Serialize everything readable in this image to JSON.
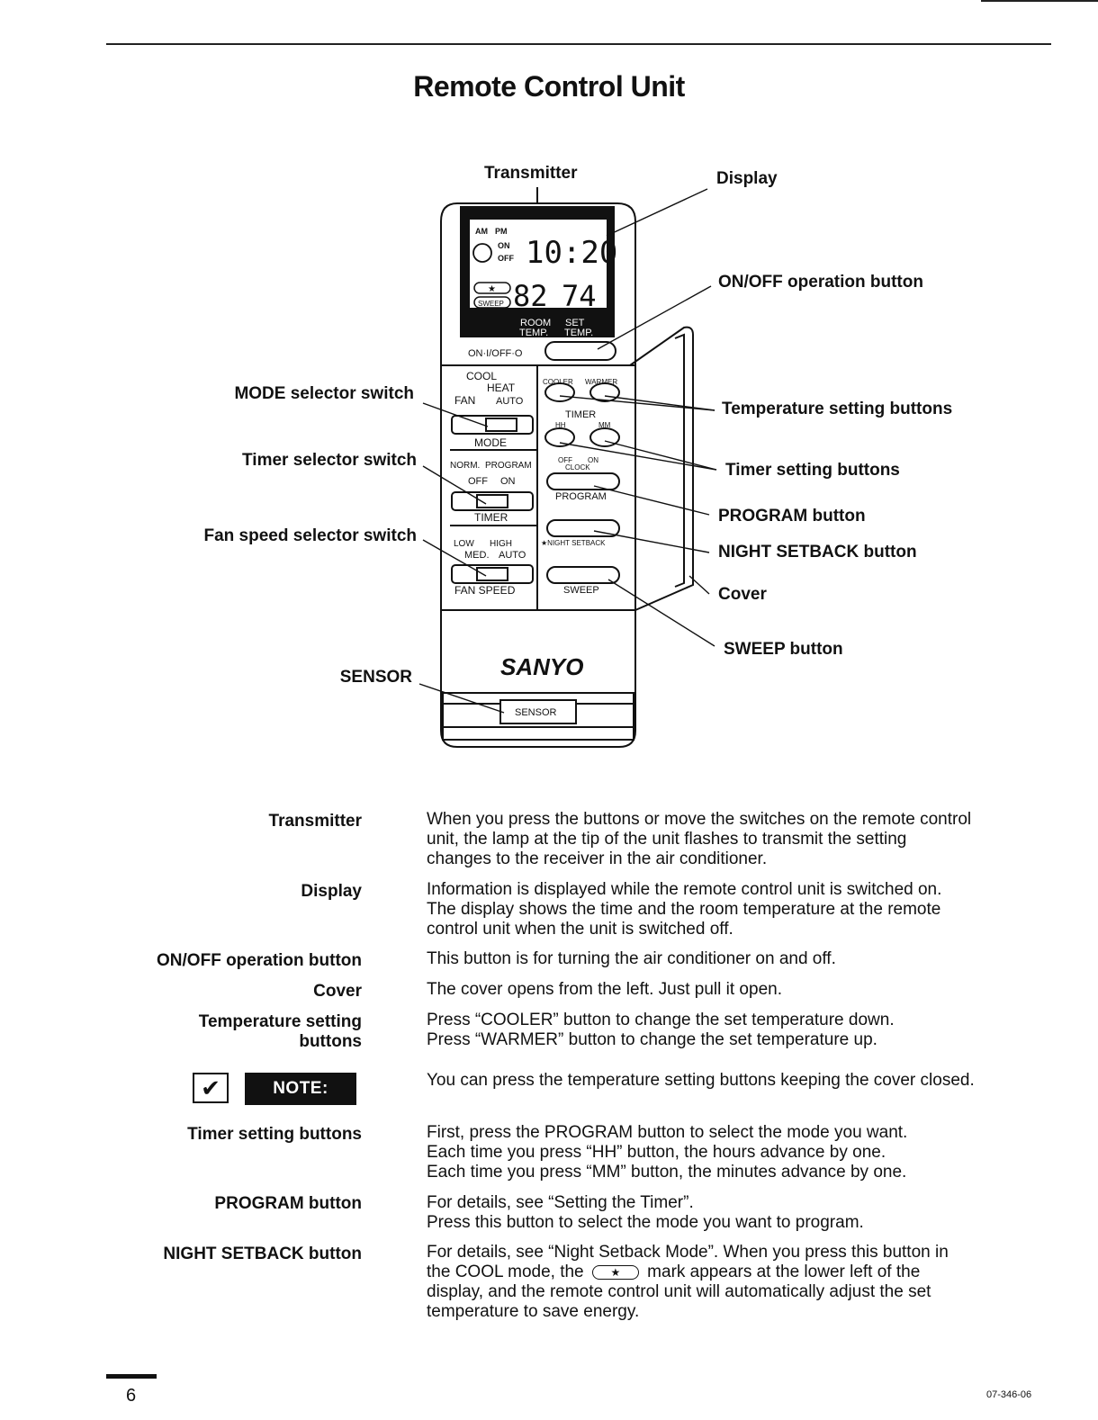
{
  "page": {
    "title": "Remote Control Unit",
    "page_number": "6",
    "doc_code": "07-346-06"
  },
  "diagram": {
    "callouts_left": {
      "mode": "MODE selector switch",
      "timer": "Timer selector switch",
      "fan": "Fan speed selector switch",
      "sensor": "SENSOR"
    },
    "callouts_right": {
      "transmitter": "Transmitter",
      "display": "Display",
      "onoff": "ON/OFF operation button",
      "temp": "Temperature setting buttons",
      "timer": "Timer setting buttons",
      "program": "PROGRAM button",
      "night": "NIGHT SETBACK button",
      "cover": "Cover",
      "sweep": "SWEEP button"
    },
    "remote": {
      "am": "AM",
      "pm": "PM",
      "on": "ON",
      "off": "OFF",
      "time": "10:20",
      "room_temp_value": "82",
      "set_temp_value": "74",
      "star": "★",
      "sweep_icon": "SWEEP",
      "room_temp": [
        "ROOM",
        "TEMP."
      ],
      "set_temp": [
        "SET",
        "TEMP."
      ],
      "onoff_label": "ON·I/OFF·O",
      "mode_options": [
        "COOL",
        "HEAT",
        "FAN",
        "AUTO"
      ],
      "mode_label": "MODE",
      "timer_options": [
        "NORM.",
        "PROGRAM",
        "OFF",
        "ON"
      ],
      "timer_label": "TIMER",
      "fan_options": [
        "LOW",
        "HIGH",
        "MED.",
        "AUTO"
      ],
      "fan_label": "FAN SPEED",
      "cooler": "COOLER",
      "warmer": "WARMER",
      "timer_section": "TIMER",
      "hh": "HH",
      "mm": "MM",
      "clock_off": "OFF",
      "clock_on": "ON",
      "clock": "CLOCK",
      "program": "PROGRAM",
      "night_setback": "★NIGHT SETBACK",
      "sweep": "SWEEP",
      "brand": "SANYO",
      "sensor": "SENSOR"
    }
  },
  "entries": [
    {
      "term": "Transmitter",
      "lines": [
        "When you press the buttons or move the switches on the remote control",
        "unit, the lamp at the tip of the unit flashes to transmit the setting",
        "changes to the receiver in the air conditioner."
      ]
    },
    {
      "term": "Display",
      "lines": [
        "Information is displayed while the remote control unit is switched on.",
        "The display shows the time and the room temperature at the remote",
        "control unit when the unit is switched off."
      ]
    },
    {
      "term": "ON/OFF operation button",
      "lines": [
        "This button is for turning the air conditioner on and off."
      ]
    },
    {
      "term": "Cover",
      "lines": [
        "The cover opens from the left. Just pull it open."
      ]
    },
    {
      "term": [
        "Temperature setting",
        "buttons"
      ],
      "lines": [
        "Press “COOLER” button to change the set temperature down.",
        "Press “WARMER” button to change the set temperature up."
      ]
    },
    {
      "term": "Timer setting buttons",
      "lines": [
        "First, press the PROGRAM button to select the mode you want.",
        "Each time you press “HH” button, the hours advance by one.",
        "Each time you press “MM” button, the minutes advance by one."
      ]
    },
    {
      "term": "PROGRAM button",
      "lines": [
        "For details, see “Setting the Timer”.",
        "Press this button to select the mode you want to program."
      ]
    },
    {
      "term": "NIGHT SETBACK button",
      "lines": [
        "For details, see “Night Setback Mode”. When you press this button in",
        "the COOL mode, the",
        "mark appears at the lower left of the",
        "display, and the remote control unit will automatically adjust the set",
        "temperature to save energy."
      ]
    }
  ],
  "note": {
    "check": "✔",
    "badge": "NOTE:",
    "text": "You can press the temperature setting buttons keeping the cover closed."
  },
  "icons": {
    "checkbox": "check-icon",
    "inline_star_button": "star-button-icon"
  }
}
